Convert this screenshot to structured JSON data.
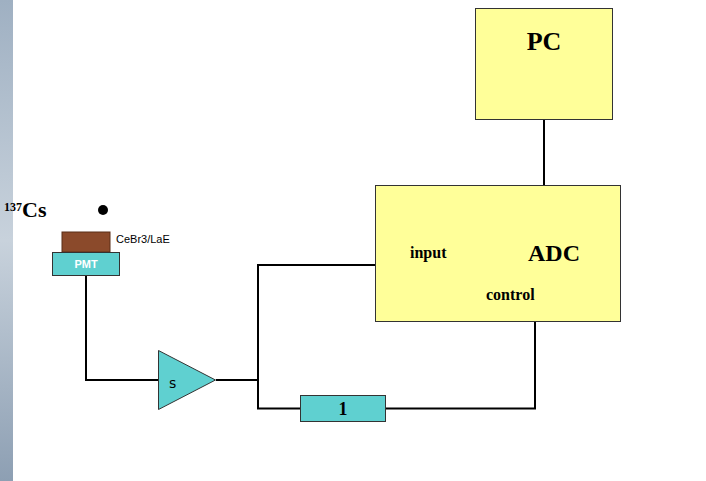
{
  "diagram": {
    "nodes": [
      {
        "text": [
          "PC"
        ]
      },
      {
        "text": [
          "ADC",
          "input",
          "control"
        ]
      },
      {
        "text": [
          "PMT"
        ]
      },
      {
        "text": [
          "s"
        ]
      },
      {
        "text": [
          "1"
        ]
      }
    ],
    "edges": [
      {
        "from": 0,
        "to": 1,
        "arrow": "none"
      },
      {
        "from": 2,
        "to": 3,
        "arrow": "none"
      },
      {
        "from": 3,
        "to": 1,
        "arrow": "none"
      },
      {
        "from": 3,
        "to": 4,
        "arrow": "none"
      },
      {
        "from": 4,
        "to": 1,
        "arrow": "none"
      }
    ],
    "labels": [
      "137",
      "Cs",
      "CeBr3/LaE"
    ]
  }
}
